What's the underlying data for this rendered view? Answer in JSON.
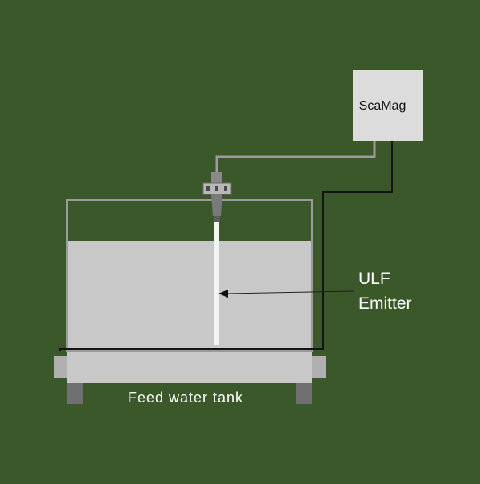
{
  "diagram": {
    "controller_label": "ScaMag",
    "emitter_label_line1": "ULF",
    "emitter_label_line2": "Emitter",
    "tank_label": "Feed water tank"
  },
  "colors": {
    "background": "#3a582a",
    "tank_fill": "#c8c8c8",
    "tank_outline": "#9a9a9a",
    "controller_box": "#dcdcdc",
    "cable_gray": "#9c9c9c",
    "cable_dark": "#141414",
    "emitter_rod": "#f4f4f4",
    "fitting": "#7a7a7a",
    "feet": "#707070",
    "label_text": "#ffffff"
  }
}
